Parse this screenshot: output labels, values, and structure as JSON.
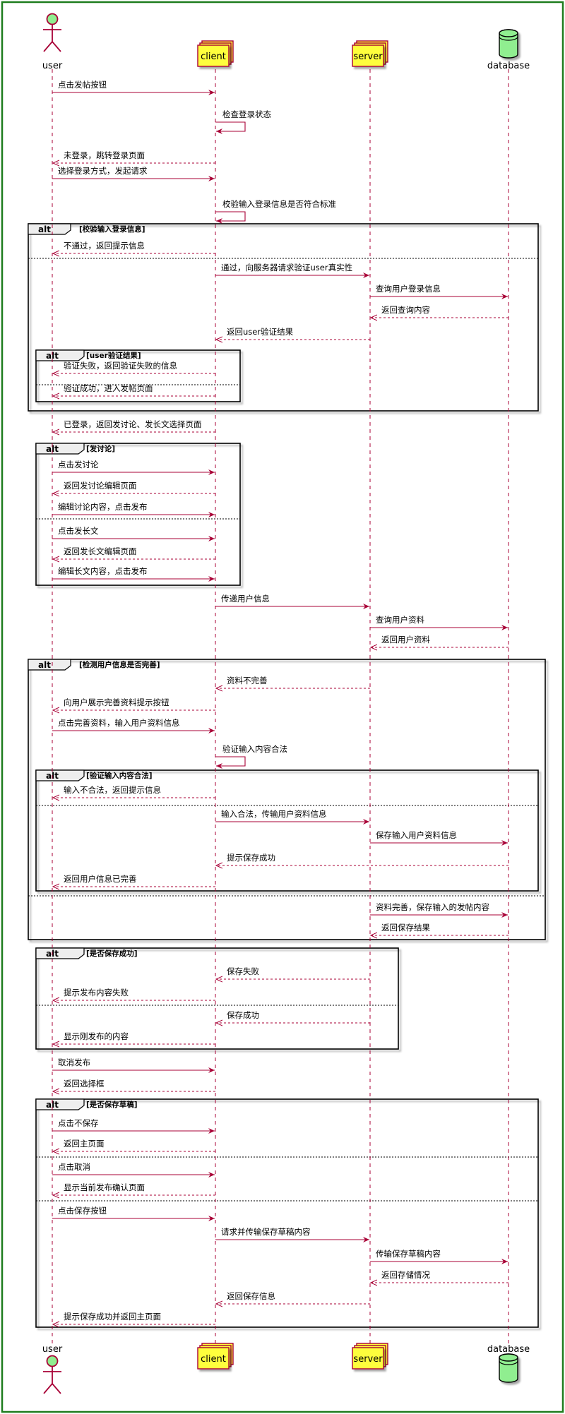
{
  "participants": [
    {
      "id": "user",
      "label": "user",
      "kind": "actor-icon"
    },
    {
      "id": "client",
      "label": "client",
      "kind": "collection-box"
    },
    {
      "id": "server",
      "label": "server",
      "kind": "collection-box"
    },
    {
      "id": "database",
      "label": "database",
      "kind": "database-icon"
    }
  ],
  "colors": {
    "frame": "#1e7d1e",
    "message": "#a80036",
    "lifeline": "#a80036",
    "participant_fill": "#fefe3c",
    "participant_border": "#a80036",
    "actor_fill": "#90ee90",
    "database_fill": "#90ee90"
  },
  "messages": [
    {
      "from": "user",
      "to": "client",
      "text": "点击发帖按钮",
      "style": "solid"
    },
    {
      "from": "client",
      "to": "client",
      "text": "检查登录状态",
      "style": "solid"
    },
    {
      "from": "client",
      "to": "user",
      "text": "未登录，跳转登录页面",
      "style": "dashed"
    },
    {
      "from": "user",
      "to": "client",
      "text": "选择登录方式，发起请求",
      "style": "solid"
    },
    {
      "from": "client",
      "to": "client",
      "text": "校验输入登录信息是否符合标准",
      "style": "solid"
    },
    {
      "from": "client",
      "to": "user",
      "text": "不通过，返回提示信息",
      "style": "dashed"
    },
    {
      "from": "client",
      "to": "server",
      "text": "通过，向服务器请求验证user真实性",
      "style": "solid"
    },
    {
      "from": "server",
      "to": "database",
      "text": "查询用户登录信息",
      "style": "solid"
    },
    {
      "from": "database",
      "to": "server",
      "text": "返回查询内容",
      "style": "dashed"
    },
    {
      "from": "server",
      "to": "client",
      "text": "返回user验证结果",
      "style": "dashed"
    },
    {
      "from": "client",
      "to": "user",
      "text": "验证失败，返回验证失败的信息",
      "style": "dashed"
    },
    {
      "from": "client",
      "to": "user",
      "text": "验证成功，进入发帖页面",
      "style": "dashed"
    },
    {
      "from": "client",
      "to": "user",
      "text": "已登录，返回发讨论、发长文选择页面",
      "style": "dashed"
    },
    {
      "from": "user",
      "to": "client",
      "text": "点击发讨论",
      "style": "solid"
    },
    {
      "from": "client",
      "to": "user",
      "text": "返回发讨论编辑页面",
      "style": "dashed"
    },
    {
      "from": "user",
      "to": "client",
      "text": "编辑讨论内容，点击发布",
      "style": "solid"
    },
    {
      "from": "user",
      "to": "client",
      "text": "点击发长文",
      "style": "solid"
    },
    {
      "from": "client",
      "to": "user",
      "text": "返回发长文编辑页面",
      "style": "dashed"
    },
    {
      "from": "user",
      "to": "client",
      "text": "编辑长文内容，点击发布",
      "style": "solid"
    },
    {
      "from": "client",
      "to": "server",
      "text": "传递用户信息",
      "style": "solid"
    },
    {
      "from": "server",
      "to": "database",
      "text": "查询用户资料",
      "style": "solid"
    },
    {
      "from": "database",
      "to": "server",
      "text": "返回用户资料",
      "style": "dashed"
    },
    {
      "from": "server",
      "to": "client",
      "text": "资料不完善",
      "style": "dashed"
    },
    {
      "from": "client",
      "to": "user",
      "text": "向用户展示完善资料提示按钮",
      "style": "dashed"
    },
    {
      "from": "user",
      "to": "client",
      "text": "点击完善资料，输入用户资料信息",
      "style": "solid"
    },
    {
      "from": "client",
      "to": "client",
      "text": "验证输入内容合法",
      "style": "solid"
    },
    {
      "from": "client",
      "to": "user",
      "text": "输入不合法，返回提示信息",
      "style": "dashed"
    },
    {
      "from": "client",
      "to": "server",
      "text": "输入合法，传输用户资料信息",
      "style": "solid"
    },
    {
      "from": "server",
      "to": "database",
      "text": "保存输入用户资料信息",
      "style": "solid"
    },
    {
      "from": "database",
      "to": "client",
      "text": "提示保存成功",
      "style": "dashed"
    },
    {
      "from": "client",
      "to": "user",
      "text": "返回用户信息已完善",
      "style": "dashed"
    },
    {
      "from": "server",
      "to": "database",
      "text": "资料完善，保存输入的发帖内容",
      "style": "solid"
    },
    {
      "from": "database",
      "to": "server",
      "text": "返回保存结果",
      "style": "dashed"
    },
    {
      "from": "server",
      "to": "client",
      "text": "保存失败",
      "style": "dashed"
    },
    {
      "from": "client",
      "to": "user",
      "text": "提示发布内容失败",
      "style": "dashed"
    },
    {
      "from": "server",
      "to": "client",
      "text": "保存成功",
      "style": "dashed"
    },
    {
      "from": "client",
      "to": "user",
      "text": "显示刚发布的内容",
      "style": "dashed"
    },
    {
      "from": "user",
      "to": "client",
      "text": "取消发布",
      "style": "solid"
    },
    {
      "from": "client",
      "to": "user",
      "text": "返回选择框",
      "style": "dashed"
    },
    {
      "from": "user",
      "to": "client",
      "text": "点击不保存",
      "style": "solid"
    },
    {
      "from": "client",
      "to": "user",
      "text": "返回主页面",
      "style": "dashed"
    },
    {
      "from": "user",
      "to": "client",
      "text": "点击取消",
      "style": "solid"
    },
    {
      "from": "client",
      "to": "user",
      "text": "显示当前发布确认页面",
      "style": "dashed"
    },
    {
      "from": "user",
      "to": "client",
      "text": "点击保存按钮",
      "style": "solid"
    },
    {
      "from": "client",
      "to": "server",
      "text": "请求并传输保存草稿内容",
      "style": "solid"
    },
    {
      "from": "server",
      "to": "database",
      "text": "传输保存草稿内容",
      "style": "solid"
    },
    {
      "from": "database",
      "to": "server",
      "text": "返回存储情况",
      "style": "dashed"
    },
    {
      "from": "server",
      "to": "client",
      "text": "返回保存信息",
      "style": "dashed"
    },
    {
      "from": "client",
      "to": "user",
      "text": "提示保存成功并返回主页面",
      "style": "dashed"
    }
  ],
  "fragments": [
    {
      "keyword": "alt",
      "guard": "[校验输入登录信息]"
    },
    {
      "keyword": "alt",
      "guard": "[user验证结果]"
    },
    {
      "keyword": "alt",
      "guard": "[发讨论]"
    },
    {
      "keyword": "alt",
      "guard": "[检测用户信息是否完善]"
    },
    {
      "keyword": "alt",
      "guard": "[验证输入内容合法]"
    },
    {
      "keyword": "alt",
      "guard": "[是否保存成功]"
    },
    {
      "keyword": "alt",
      "guard": "[是否保存草稿]"
    }
  ]
}
